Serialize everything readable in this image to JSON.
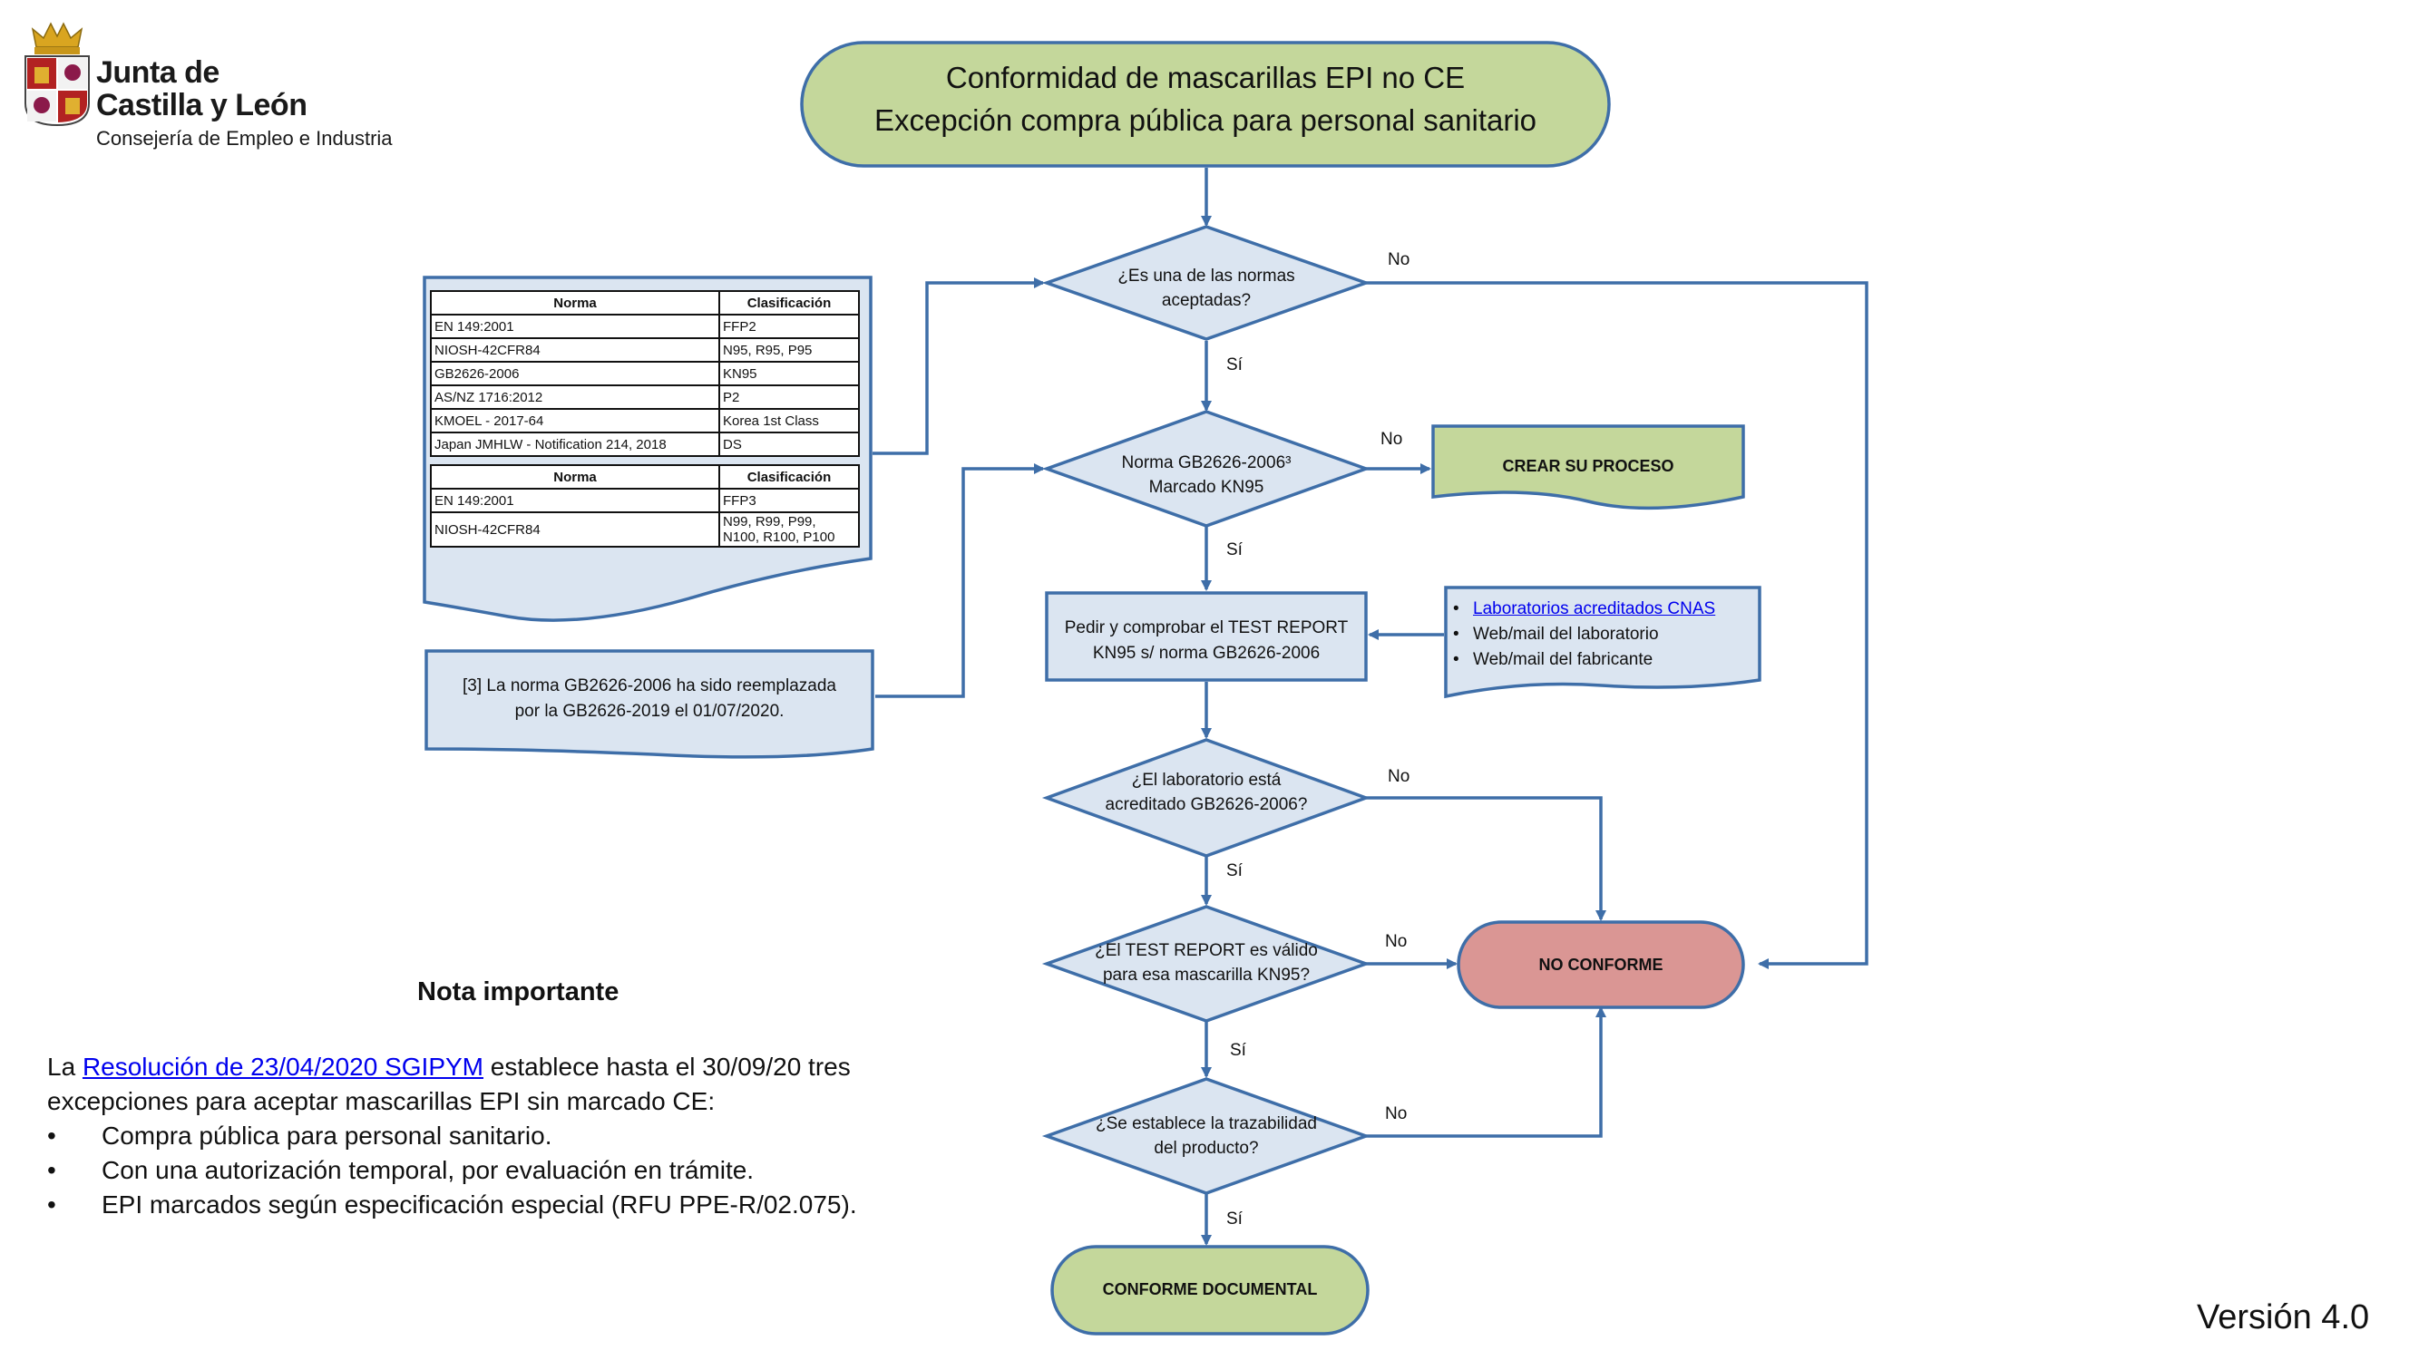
{
  "logo": {
    "line1": "Junta de",
    "line2": "Castilla y León",
    "subtitle": "Consejería de Empleo e Industria"
  },
  "title": {
    "line1": "Conformidad de mascarillas EPI no CE",
    "line2": "Excepción compra pública para personal sanitario"
  },
  "nodes": {
    "q1": [
      "¿Es una de las normas",
      "aceptadas?"
    ],
    "q2": [
      "Norma GB2626-2006³",
      "Marcado KN95"
    ],
    "create": "CREAR SU PROCESO",
    "request": [
      "Pedir y comprobar el TEST REPORT",
      "KN95 s/ norma GB2626-2006"
    ],
    "q3": [
      "¿El laboratorio está",
      "acreditado GB2626-2006?"
    ],
    "q4": [
      "¿El TEST REPORT es válido",
      "para esa mascarilla KN95?"
    ],
    "q5": [
      "¿Se establece la trazabilidad",
      "del producto?"
    ],
    "no_conforme": "NO CONFORME",
    "conforme": "CONFORME DOCUMENTAL"
  },
  "edge_labels": {
    "yes": "Sí",
    "no": "No"
  },
  "norms_table": {
    "headers": [
      "Norma",
      "Clasificación"
    ],
    "group1": [
      [
        "EN 149:2001",
        "FFP2"
      ],
      [
        "NIOSH-42CFR84",
        "N95, R95, P95"
      ],
      [
        "GB2626-2006",
        "KN95"
      ],
      [
        "AS/NZ 1716:2012",
        "P2"
      ],
      [
        "KMOEL - 2017-64",
        "Korea 1st Class"
      ],
      [
        "Japan JMHLW - Notification 214, 2018",
        "DS"
      ]
    ],
    "group2": [
      [
        "EN 149:2001",
        "FFP3"
      ],
      [
        "NIOSH-42CFR84",
        "N99, R99, P99,\nN100, R100, P100"
      ]
    ]
  },
  "footnote": [
    "[3] La norma GB2626-2006 ha sido reemplazada",
    "por la GB2626-2019 el 01/07/2020."
  ],
  "labs": {
    "link": "Laboratorios acreditados CNAS",
    "item2": "Web/mail del laboratorio",
    "item3": "Web/mail del fabricante"
  },
  "note": {
    "title": "Nota importante",
    "intro_pre": "La ",
    "intro_link": "Resolución de 23/04/2020 SGIPYM",
    "intro_post": " establece hasta el 30/09/20 tres",
    "intro_line2": "excepciones para aceptar mascarillas EPI sin marcado CE:",
    "bullets": [
      "Compra pública para personal sanitario.",
      "Con una autorización temporal, por evaluación en trámite.",
      "EPI marcados según especificación especial (RFU PPE-R/02.075)."
    ]
  },
  "version": "Versión 4.0",
  "colors": {
    "green": "#c4d79b",
    "blue_fill": "#dbe5f1",
    "red": "#da9694",
    "stroke": "#3e6ea8"
  }
}
